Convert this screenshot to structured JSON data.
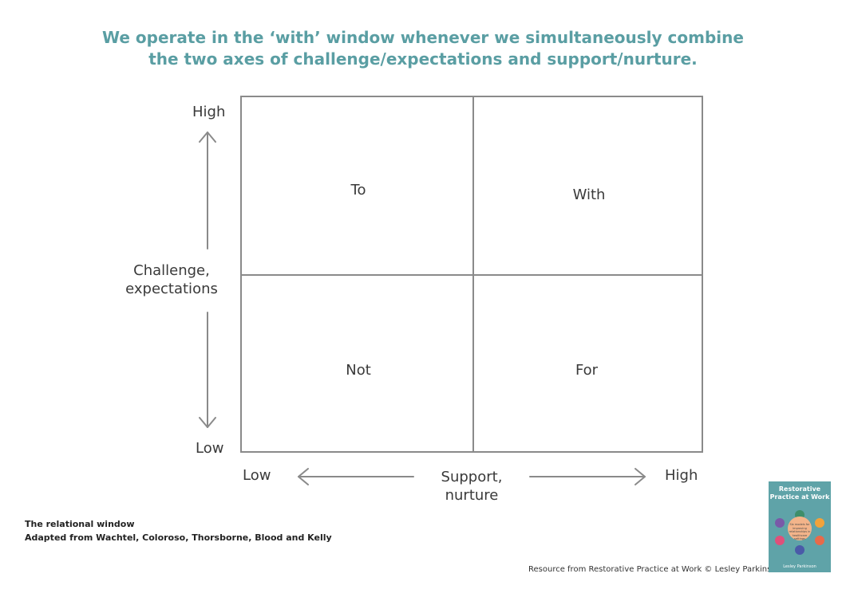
{
  "title": {
    "line1": "We operate in the ‘with’ window whenever we simultaneously combine",
    "line2": "the two axes of challenge/expectations and support/nurture."
  },
  "quadrants": {
    "top_left": "To",
    "top_right": "With",
    "bottom_left": "Not",
    "bottom_right": "For"
  },
  "y_axis": {
    "high": "High",
    "low": "Low",
    "label_line1": "Challenge,",
    "label_line2": "expectations"
  },
  "x_axis": {
    "low": "Low",
    "high": "High",
    "label_line1": "Support,",
    "label_line2": "nurture"
  },
  "caption": {
    "line1": "The relational window",
    "line2": "Adapted from Wachtel, Coloroso, Thorsborne, Blood and Kelly"
  },
  "resource_text": "Resource from Restorative Practice at Work © Lesley Parkinson",
  "book": {
    "title_line1": "Restorative",
    "title_line2": "Practice at Work",
    "subtitle": "Six models for improving relationships in healthcare settings",
    "author": "Lesley Parkinson",
    "background": "#5fa3a8"
  },
  "colors": {
    "title": "#5a9ea3",
    "lines": "#8a8a8a"
  }
}
